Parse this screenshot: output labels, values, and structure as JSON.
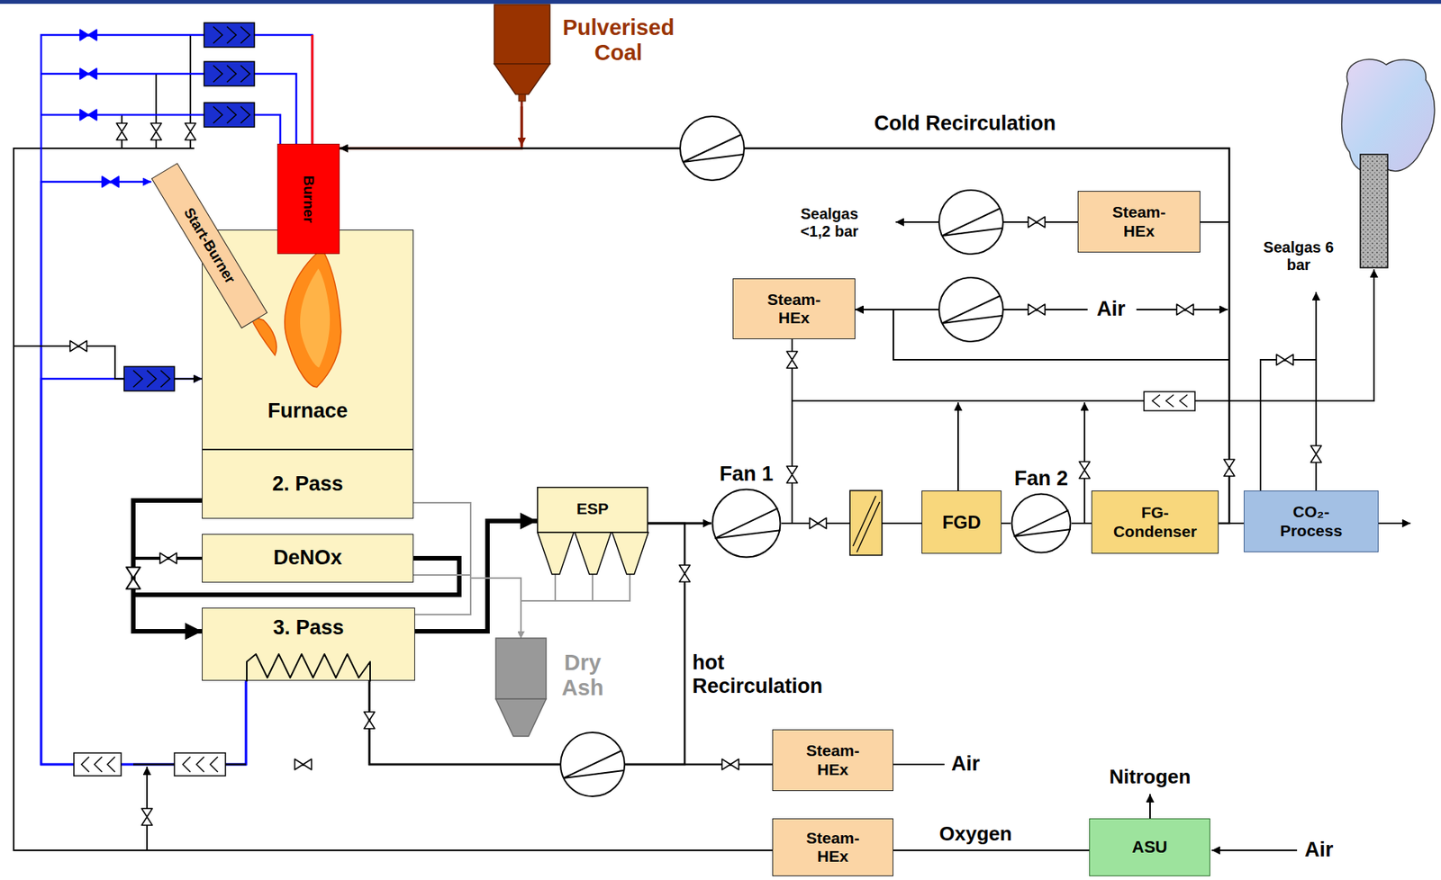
{
  "diagram": {
    "nodes": [
      {
        "text": [
          "Pulverised Coal"
        ]
      },
      {
        "text": [
          "Furnace"
        ]
      },
      {
        "text": [
          "Burner"
        ]
      },
      {
        "text": [
          "Start-Burner"
        ]
      },
      {
        "text": [
          "2. Pass"
        ]
      },
      {
        "text": [
          "DeNOx"
        ]
      },
      {
        "text": [
          "3. Pass"
        ]
      },
      {
        "text": [
          "ESP"
        ]
      },
      {
        "text": [
          "Dry Ash"
        ]
      },
      {
        "text": [
          "Fan 1"
        ]
      },
      {
        "text": [
          "FGD"
        ]
      },
      {
        "text": [
          "Fan 2"
        ]
      },
      {
        "text": [
          "FG-Condenser"
        ]
      },
      {
        "text": [
          "CO₂-Process"
        ]
      },
      {
        "text": [
          "Steam-HEx"
        ]
      },
      {
        "text": [
          "Steam-HEx"
        ]
      },
      {
        "text": [
          "Steam-HEx"
        ]
      },
      {
        "text": [
          "Steam-HEx"
        ]
      },
      {
        "text": [
          "ASU"
        ]
      }
    ],
    "edges": [
      {
        "from": 4,
        "to": 6,
        "arrow": "to"
      },
      {
        "from": 4,
        "to": 5,
        "arrow": "none"
      },
      {
        "from": 5,
        "to": 6,
        "arrow": "to"
      },
      {
        "from": 6,
        "to": 7,
        "arrow": "to"
      },
      {
        "from": 4,
        "to": 8,
        "arrow": "to"
      },
      {
        "from": 5,
        "to": 8,
        "arrow": "to"
      },
      {
        "from": 6,
        "to": 8,
        "arrow": "to"
      },
      {
        "from": 7,
        "to": 8,
        "arrow": "to"
      },
      {
        "from": 7,
        "to": 9,
        "arrow": "to"
      },
      {
        "from": 9,
        "to": 10,
        "arrow": "none"
      },
      {
        "from": 10,
        "to": 11,
        "arrow": "none"
      },
      {
        "from": 11,
        "to": 12,
        "arrow": "none"
      },
      {
        "from": 12,
        "to": 13,
        "arrow": "none"
      },
      {
        "from": 0,
        "to": 2,
        "arrow": "to"
      },
      {
        "from": 12,
        "to": 2,
        "label": "Cold Recirculation",
        "arrow": "to"
      },
      {
        "from": 12,
        "to": 14,
        "arrow": "none"
      },
      {
        "from": 12,
        "to": 15,
        "arrow": "to"
      },
      {
        "from": 15,
        "to": 9,
        "arrow": "none"
      },
      {
        "from": 7,
        "to": 6,
        "label": "hot Recirculation",
        "arrow": "none"
      },
      {
        "from": 16,
        "to": 6,
        "arrow": "none"
      },
      {
        "from": 6,
        "to": 2,
        "arrow": "none"
      },
      {
        "from": 6,
        "to": 3,
        "arrow": "to"
      },
      {
        "from": 6,
        "to": 1,
        "arrow": "to"
      },
      {
        "from": 17,
        "to": 1,
        "arrow": "to"
      },
      {
        "from": 18,
        "to": 17,
        "label": "Oxygen",
        "arrow": "none"
      }
    ],
    "labels": [
      "Sealgas <1,2 bar",
      "Air",
      "Sealgas 6 bar",
      "Air",
      "Air",
      "Nitrogen"
    ]
  }
}
